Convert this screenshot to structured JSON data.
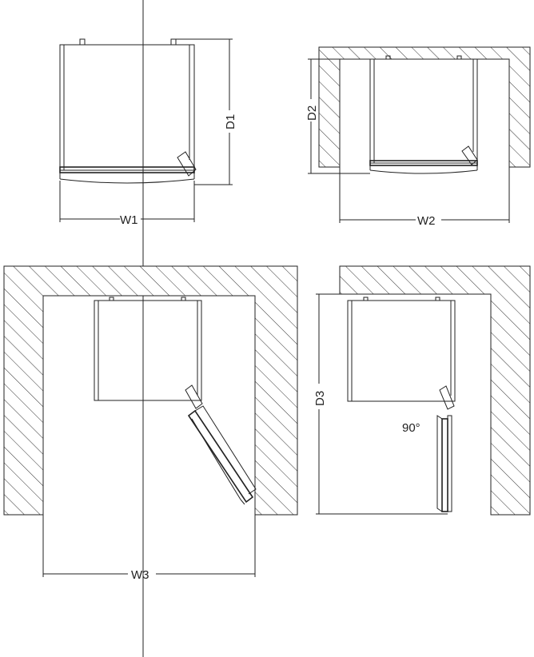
{
  "labels": {
    "w1": "W1",
    "d1": "D1",
    "w2": "W2",
    "d2": "D2",
    "w3": "W3",
    "d3": "D3",
    "angle": "90°"
  }
}
